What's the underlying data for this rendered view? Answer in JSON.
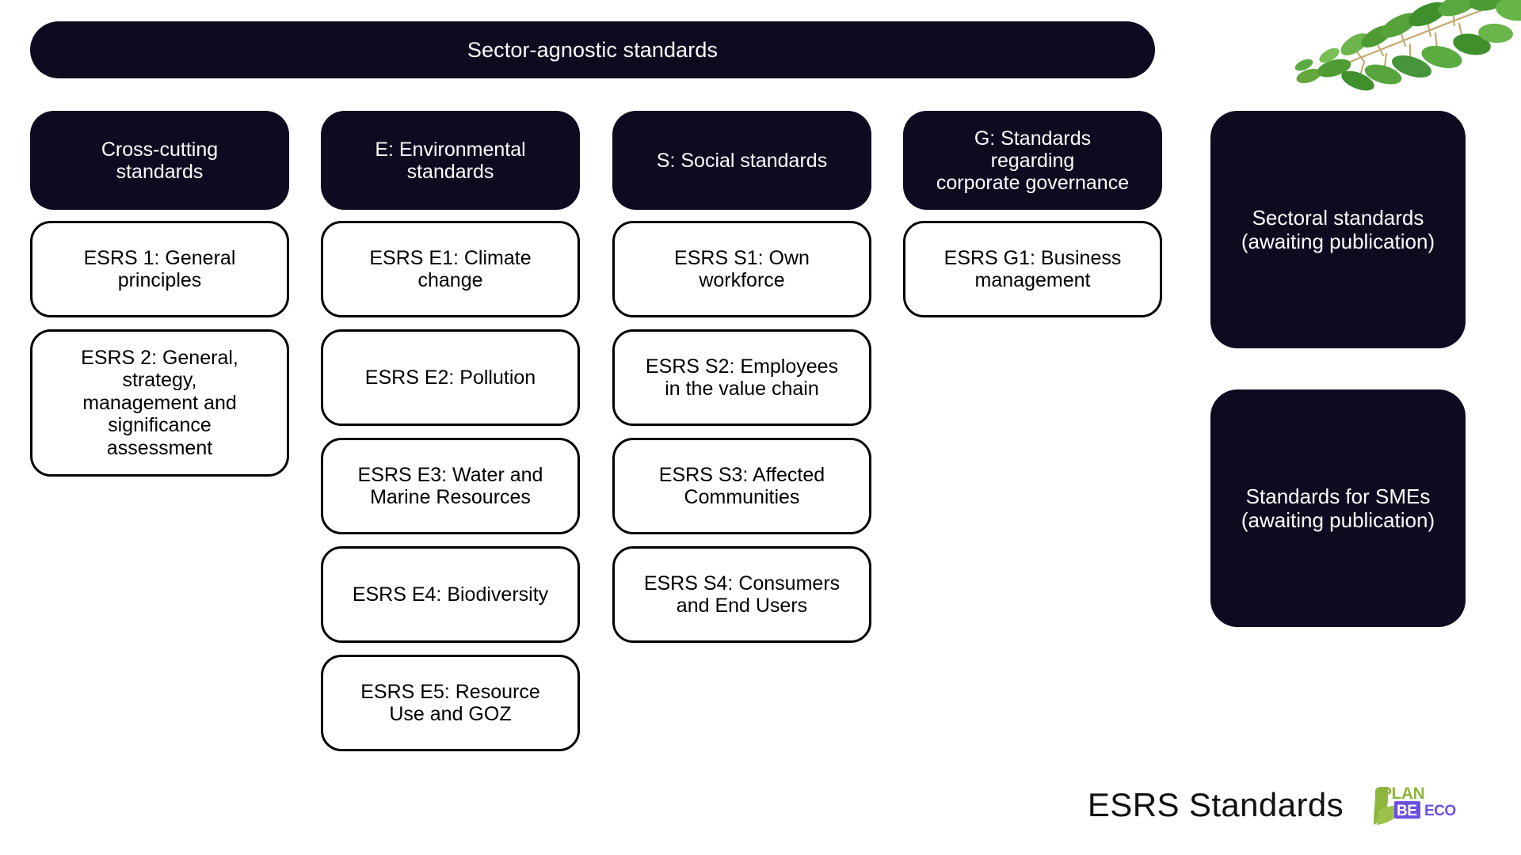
{
  "banner": {
    "title": "Sector-agnostic standards"
  },
  "columns": [
    {
      "header": "Cross-cutting\nstandards",
      "cards": [
        {
          "label": "ESRS 1: General\nprinciples",
          "size": "h-2"
        },
        {
          "label": "ESRS 2: General,\nstrategy,\nmanagement and\nsignificance\nassessment",
          "size": "h-5"
        }
      ]
    },
    {
      "header": "E: Environmental\nstandards",
      "cards": [
        {
          "label": "ESRS E1: Climate\nchange",
          "size": "h-2"
        },
        {
          "label": "ESRS E2: Pollution",
          "size": "h-2"
        },
        {
          "label": "ESRS E3: Water and\nMarine Resources",
          "size": "h-2"
        },
        {
          "label": "ESRS E4: Biodiversity",
          "size": "h-2"
        },
        {
          "label": "ESRS E5: Resource\nUse and GOZ",
          "size": "h-2"
        }
      ]
    },
    {
      "header": "S: Social standards",
      "cards": [
        {
          "label": "ESRS S1: Own\nworkforce",
          "size": "h-2"
        },
        {
          "label": "ESRS S2: Employees\nin the value chain",
          "size": "h-2"
        },
        {
          "label": "ESRS S3: Affected\nCommunities",
          "size": "h-2"
        },
        {
          "label": "ESRS S4: Consumers\nand End Users",
          "size": "h-2"
        }
      ]
    },
    {
      "header": "G: Standards\nregarding\ncorporate governance",
      "cards": [
        {
          "label": "ESRS G1: Business\nmanagement",
          "size": "h-2"
        }
      ]
    }
  ],
  "side_panel": [
    {
      "label": "Sectoral standards\n(awaiting publication)"
    },
    {
      "label": "Standards for SMEs\n(awaiting publication)"
    }
  ],
  "footer": {
    "title": "ESRS Standards",
    "logo": {
      "word_plan": "PLAN",
      "word_be": "BE",
      "word_eco": "ECO"
    }
  },
  "colors": {
    "dark_navy": "#0e0a20",
    "white": "#ffffff",
    "black": "#000000",
    "logo_green": "#8cb63c",
    "logo_purple": "#6b4fe0"
  }
}
